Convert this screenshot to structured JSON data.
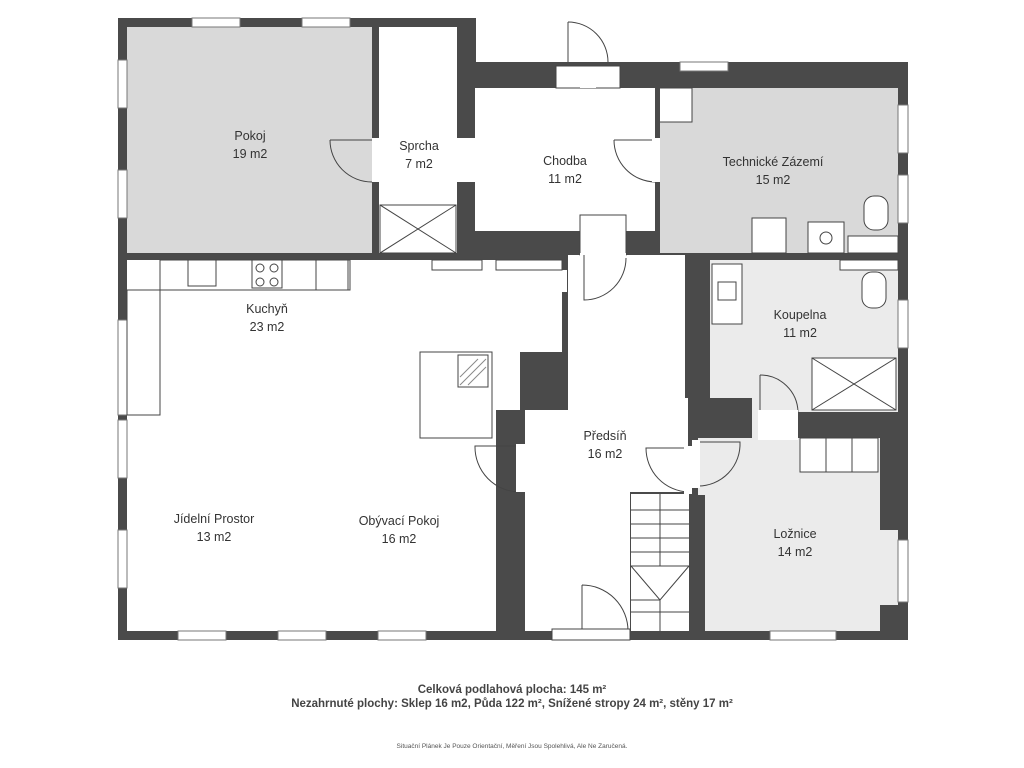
{
  "colors": {
    "wall": "#4a4a4a",
    "room_grey": "#d9d9d9",
    "room_light": "#ebebeb",
    "room_white": "#ffffff",
    "fixture_line": "#444444"
  },
  "rooms": [
    {
      "name": "Pokoj",
      "area": "19 m2",
      "fill": "grey"
    },
    {
      "name": "Sprcha",
      "area": "7 m2",
      "fill": "white"
    },
    {
      "name": "Chodba",
      "area": "11 m2",
      "fill": "white"
    },
    {
      "name": "Technické Zázemí",
      "area": "15 m2",
      "fill": "grey"
    },
    {
      "name": "Kuchyň",
      "area": "23 m2",
      "fill": "white"
    },
    {
      "name": "Koupelna",
      "area": "11 m2",
      "fill": "light"
    },
    {
      "name": "Předsíň",
      "area": "16 m2",
      "fill": "white"
    },
    {
      "name": "Jídelní Prostor",
      "area": "13 m2",
      "fill": "white"
    },
    {
      "name": "Obývací Pokoj",
      "area": "16 m2",
      "fill": "white"
    },
    {
      "name": "Ložnice",
      "area": "14 m2",
      "fill": "light"
    }
  ],
  "summary": {
    "total": "Celková podlahová plocha: 145 m²",
    "excluded": "Nezahrnuté plochy: Sklep 16 m2, Půda 122 m², Snížené stropy 24 m², stěny 17 m²"
  },
  "disclaimer": "Situační Plánek Je Pouze Orientační, Měření Jsou Spolehlivá, Ale Ne Zaručená."
}
